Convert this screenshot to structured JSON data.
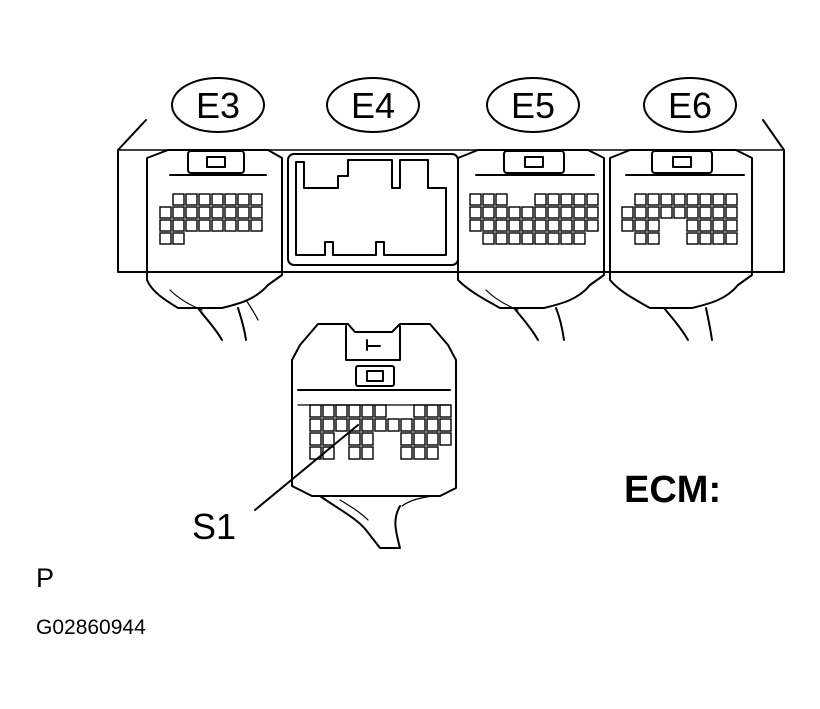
{
  "connectors": [
    {
      "id": "E3",
      "label": "E3"
    },
    {
      "id": "E4",
      "label": "E4"
    },
    {
      "id": "E5",
      "label": "E5"
    },
    {
      "id": "E6",
      "label": "E6"
    }
  ],
  "harness_connector": {
    "label": "S1"
  },
  "title": "ECM:",
  "view_marker": "P",
  "figure_code": "G02860944",
  "colors": {
    "line": "#000000",
    "background": "#ffffff"
  }
}
